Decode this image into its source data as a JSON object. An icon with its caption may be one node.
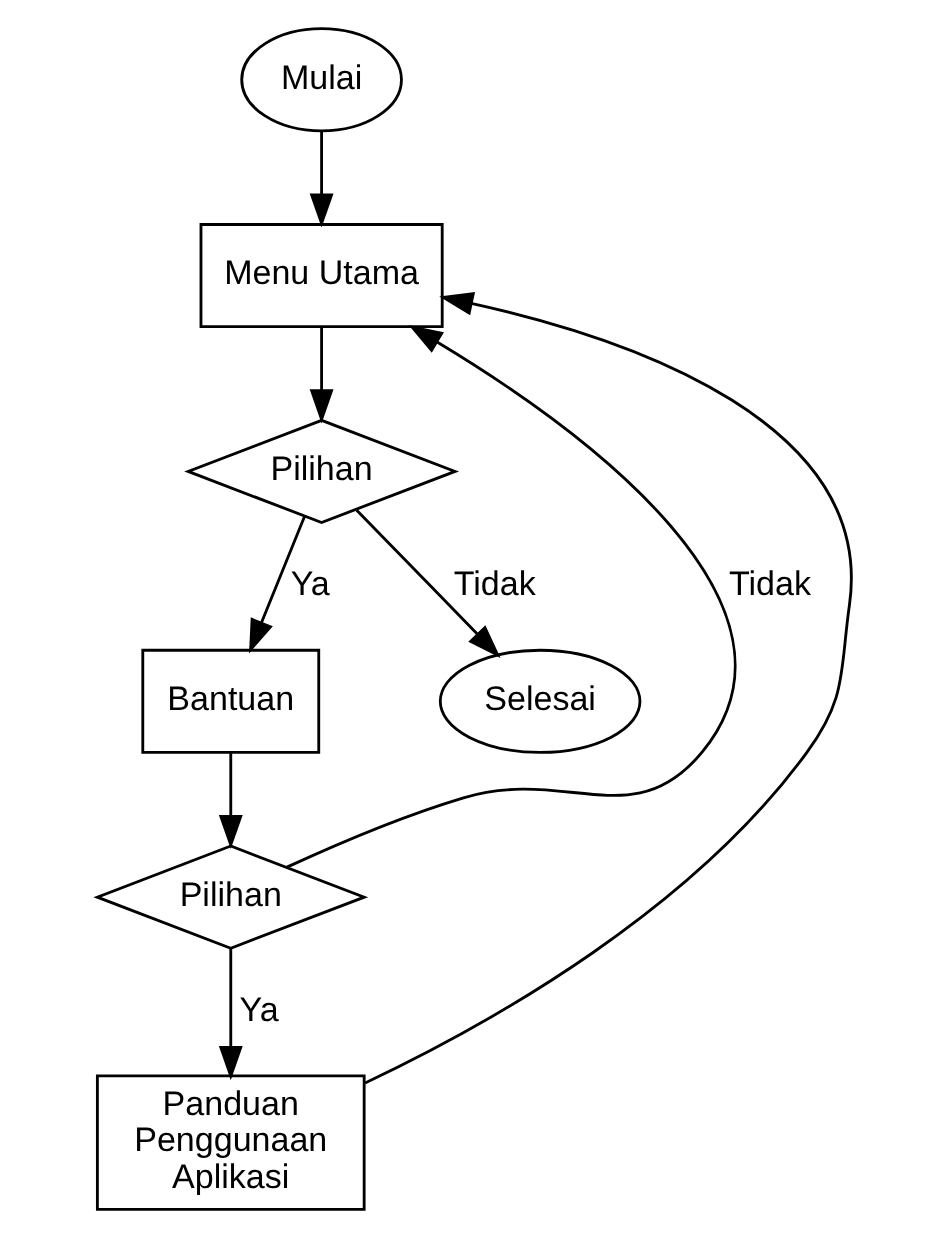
{
  "diagram": {
    "nodes": [
      {
        "text": [
          "Mulai"
        ]
      },
      {
        "text": [
          "Menu Utama"
        ]
      },
      {
        "text": [
          "Pilihan"
        ]
      },
      {
        "text": [
          "Bantuan"
        ]
      },
      {
        "text": [
          "Pilihan"
        ]
      },
      {
        "text": [
          "Panduan Penggunaan Aplikasi"
        ]
      },
      {
        "text": [
          "Selesai"
        ]
      }
    ],
    "edges": [
      {
        "from": 0,
        "to": 1,
        "arrow": "to"
      },
      {
        "from": 1,
        "to": 2,
        "arrow": "to"
      },
      {
        "from": 2,
        "to": 3,
        "arrow": "to",
        "label": "Ya"
      },
      {
        "from": 3,
        "to": 4,
        "arrow": "to"
      },
      {
        "from": 4,
        "to": 1,
        "arrow": "to",
        "label": "Tidak"
      },
      {
        "from": 4,
        "to": 5,
        "arrow": "to",
        "label": "Ya"
      },
      {
        "from": 5,
        "to": 1,
        "arrow": "to"
      },
      {
        "from": 2,
        "to": 6,
        "arrow": "to",
        "label": "Tidak"
      }
    ]
  }
}
